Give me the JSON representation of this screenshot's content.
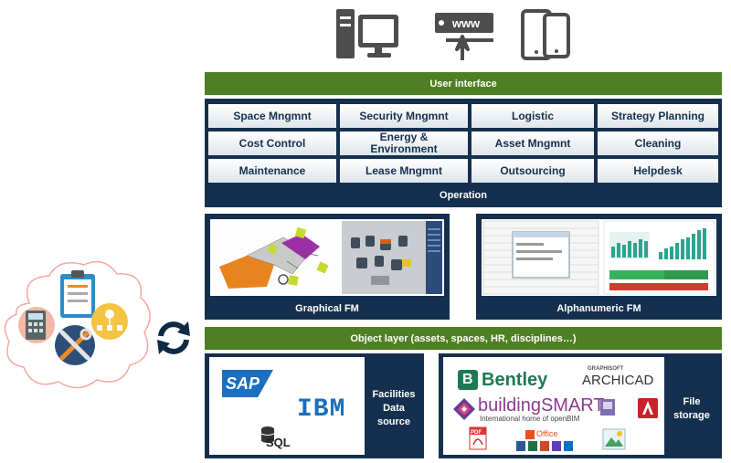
{
  "ui_bar": {
    "label": "User interface"
  },
  "operation": {
    "label": "Operation",
    "rows": [
      [
        "Space Mngmnt",
        "Security Mngmnt",
        "Logistic",
        "Strategy Planning"
      ],
      [
        "Cost Control",
        "Energy & Environment",
        "Asset Mngmnt",
        "Cleaning"
      ],
      [
        "Maintenance",
        "Lease Mngmnt",
        "Outsourcing",
        "Helpdesk"
      ]
    ]
  },
  "fm": {
    "graphical": "Graphical FM",
    "alphanumeric": "Alphanumeric FM"
  },
  "object_bar": {
    "label": "Object layer (assets, spaces, HR, disciplines…)"
  },
  "sources": {
    "facilities_label": "Facilities Data source",
    "facilities_logos": {
      "sap": "SAP",
      "ibm": "IBM",
      "sql": "SQL"
    },
    "file_label": "File storage",
    "file_logos": {
      "bentley": "Bentley",
      "archicad_top": "GRAPHISOFT",
      "archicad": "ARCHICAD",
      "buildingsmart": "buildingSMART",
      "buildingsmart_tag": "International home of openBIM",
      "office": "Office",
      "pdf": "PDF"
    }
  },
  "colors": {
    "green": "#4f7f23",
    "navy": "#15304e"
  }
}
